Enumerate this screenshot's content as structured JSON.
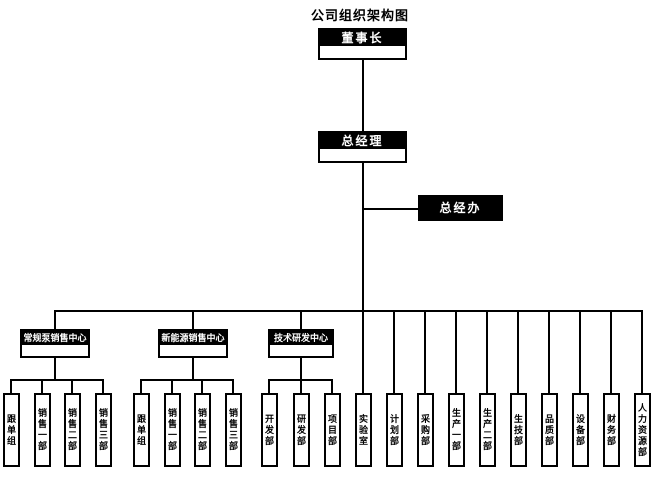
{
  "title": "公司组织架构图",
  "colors": {
    "accent": "#000000",
    "box_text": "#ffffff",
    "background": "#ffffff",
    "line": "#000000"
  },
  "org": {
    "chairman": {
      "label": "董事长"
    },
    "general_manager": {
      "label": "总经理"
    },
    "general_office": {
      "label": "总经办"
    },
    "centers": [
      {
        "label": "常规泵销售中心",
        "children": [
          "跟单组",
          "销售一部",
          "销售二部",
          "销售三部"
        ]
      },
      {
        "label": "新能源销售中心",
        "children": [
          "跟单组",
          "销售一部",
          "销售二部",
          "销售三部"
        ]
      },
      {
        "label": "技术研发中心",
        "children": [
          "开发部",
          "研发部",
          "项目部"
        ]
      }
    ],
    "departments": [
      "实验室",
      "计划部",
      "采购部",
      "生产一部",
      "生产二部",
      "生技部",
      "品质部",
      "设备部",
      "财务部",
      "人力资源部"
    ]
  }
}
